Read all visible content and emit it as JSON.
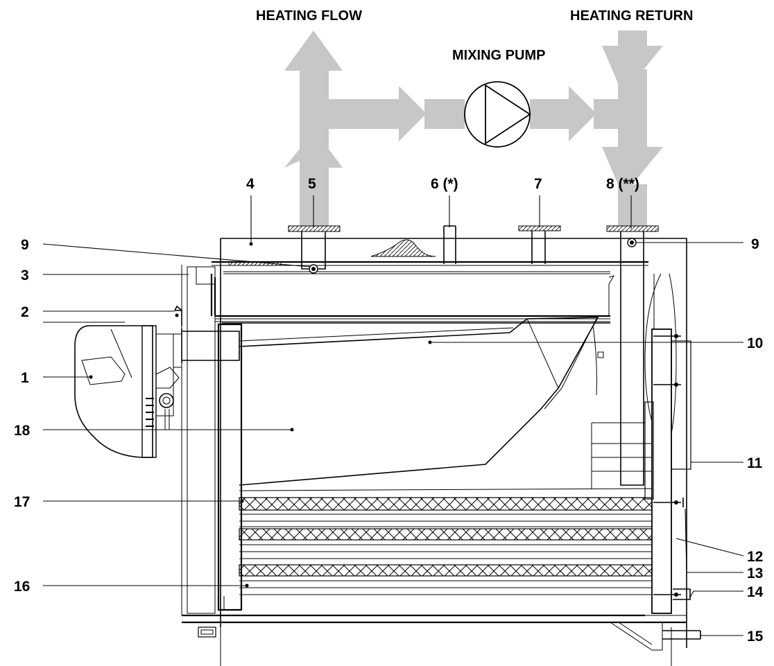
{
  "headings": {
    "heating_flow": "HEATING FLOW",
    "heating_return": "HEATING RETURN",
    "mixing_pump": "MIXING PUMP"
  },
  "callouts": {
    "c1": "1",
    "c2": "2",
    "c3": "3",
    "c4": "4",
    "c5": "5",
    "c6": "6 (*)",
    "c7": "7",
    "c8": "8 (**)",
    "c9_left": "9",
    "c9_right": "9",
    "c10": "10",
    "c11": "11",
    "c12": "12",
    "c13": "13",
    "c14": "14",
    "c15": "15",
    "c16": "16",
    "c17": "17",
    "c18": "18"
  },
  "colors": {
    "pipe_fill": "#c7c7c7",
    "line": "#000000",
    "background": "#ffffff"
  }
}
